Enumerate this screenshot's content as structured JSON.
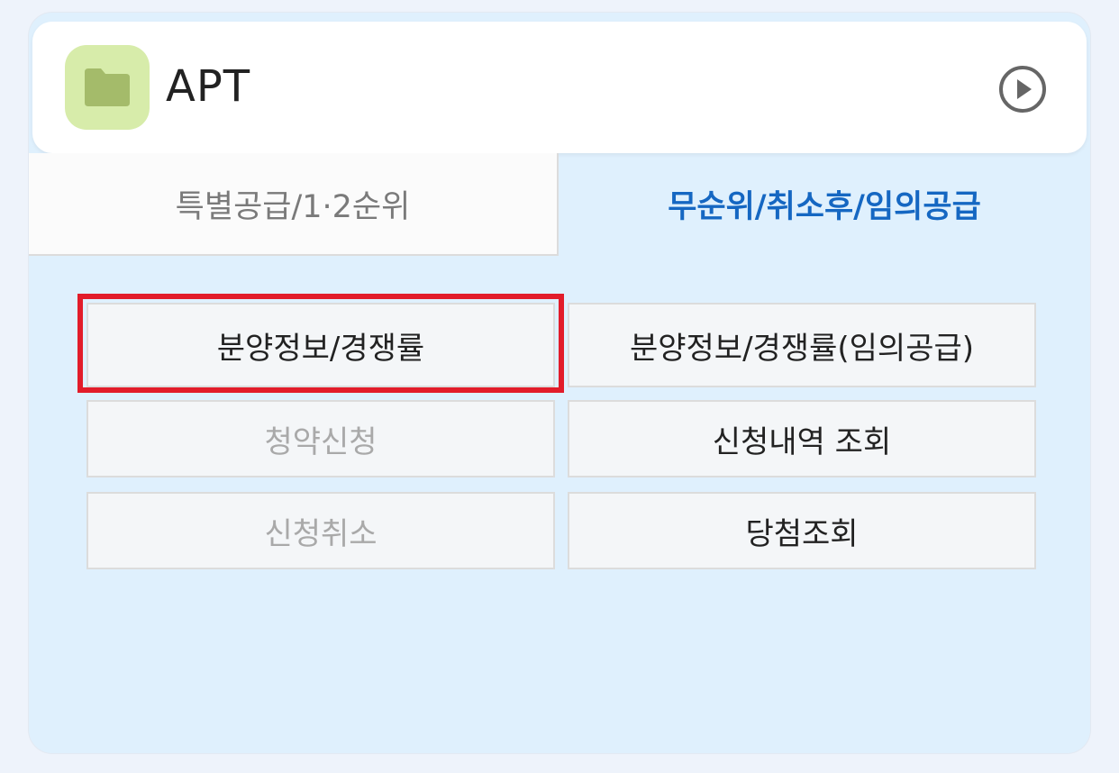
{
  "app": {
    "title": "APT",
    "icon": "folder-icon",
    "action_icon": "play-circle-icon"
  },
  "tabs": [
    {
      "label": "특별공급/1·2순위",
      "active": false
    },
    {
      "label": "무순위/취소후/임의공급",
      "active": true
    }
  ],
  "buttons": [
    {
      "label": "분양정보/경쟁률",
      "enabled": true,
      "highlighted": true
    },
    {
      "label": "분양정보/경쟁률(임의공급)",
      "enabled": true
    },
    {
      "label": "청약신청",
      "enabled": false
    },
    {
      "label": "신청내역 조회",
      "enabled": true
    },
    {
      "label": "신청취소",
      "enabled": false
    },
    {
      "label": "당첨조회",
      "enabled": true
    }
  ],
  "colors": {
    "active_tab": "#1567c2",
    "highlight": "#e21c2a",
    "panel_bg": "#dff0fd",
    "icon_bg": "#d7ecaa",
    "icon_fg": "#a4bb6a"
  }
}
